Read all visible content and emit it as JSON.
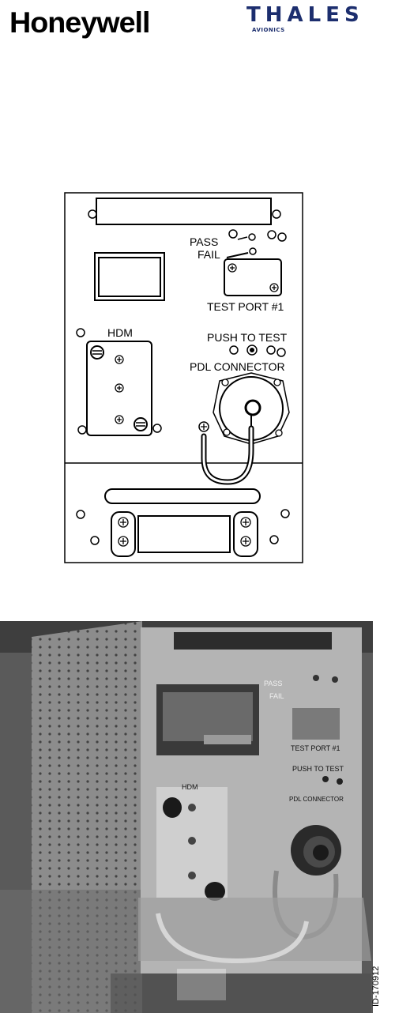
{
  "header": {
    "honeywell_logo": "Honeywell",
    "thales_logo": "THALES",
    "thales_sub": "AVIONICS"
  },
  "diagram": {
    "labels": {
      "pass": "PASS",
      "fail": "FAIL",
      "test_port": "TEST PORT #1",
      "hdm": "HDM",
      "push_to_test": "PUSH TO TEST",
      "pdl_connector": "PDL CONNECTOR"
    }
  },
  "photo": {
    "labels": {
      "pass": "PASS",
      "fail": "FAIL",
      "test_port": "TEST PORT #1",
      "hdm": "HDM",
      "push_to_test": "PUSH TO TEST",
      "pdl_connector": "PDL CONNECTOR"
    }
  },
  "figure_id": "ID-170912"
}
